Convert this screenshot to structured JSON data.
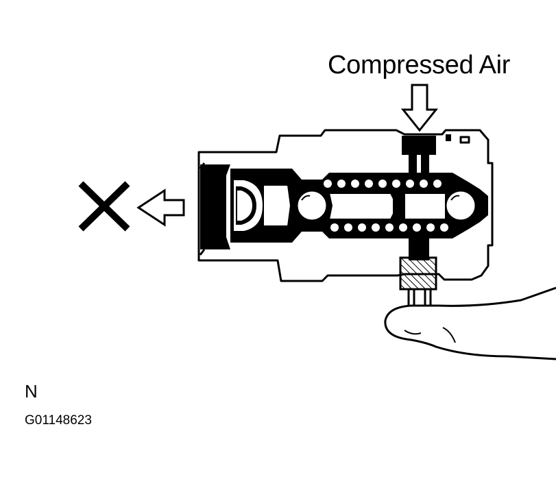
{
  "labels": {
    "compressed_air": "Compressed Air",
    "view_letter": "N",
    "figure_code": "G01148623"
  },
  "colors": {
    "ink": "#000000",
    "paper": "#ffffff"
  },
  "icons": [
    "blocked-cross-icon",
    "flow-arrow-left-icon",
    "air-arrow-down-icon",
    "finger-icon"
  ]
}
